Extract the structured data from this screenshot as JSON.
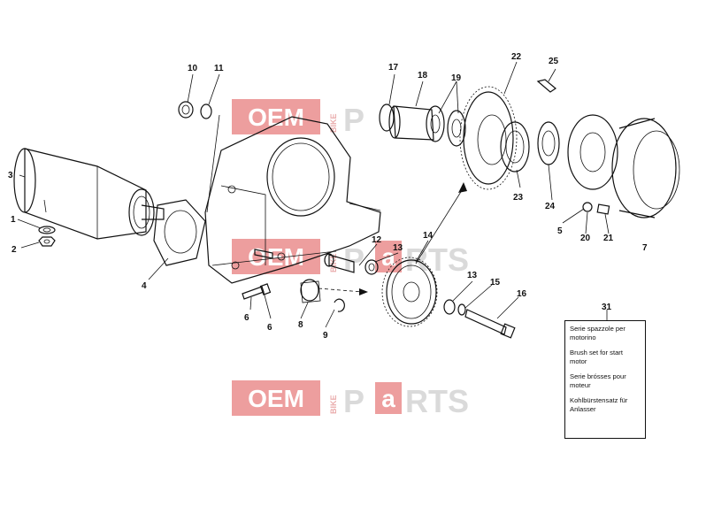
{
  "watermark": {
    "oem": "OEM",
    "bike": "BIKE",
    "parts_p": "P",
    "parts_a": "a",
    "parts_rts": "RTS",
    "colors": {
      "oem_box": "#e05050",
      "oem_text": "#ffffff",
      "bike_text": "#d96a6a",
      "parts_text": "#bdbdbd",
      "a_box": "#e05050"
    }
  },
  "callouts": [
    "1",
    "2",
    "3",
    "4",
    "5",
    "6",
    "6",
    "7",
    "8",
    "9",
    "10",
    "11",
    "12",
    "13",
    "13",
    "14",
    "15",
    "16",
    "17",
    "18",
    "19",
    "20",
    "21",
    "22",
    "23",
    "24",
    "25",
    "31"
  ],
  "legend": {
    "number": "31",
    "lines": [
      "Serie spazzole per motorino",
      "Brush set for start motor",
      "Serie brósses pour moteur",
      "Kohlbürstensatz für Anlasser"
    ]
  }
}
